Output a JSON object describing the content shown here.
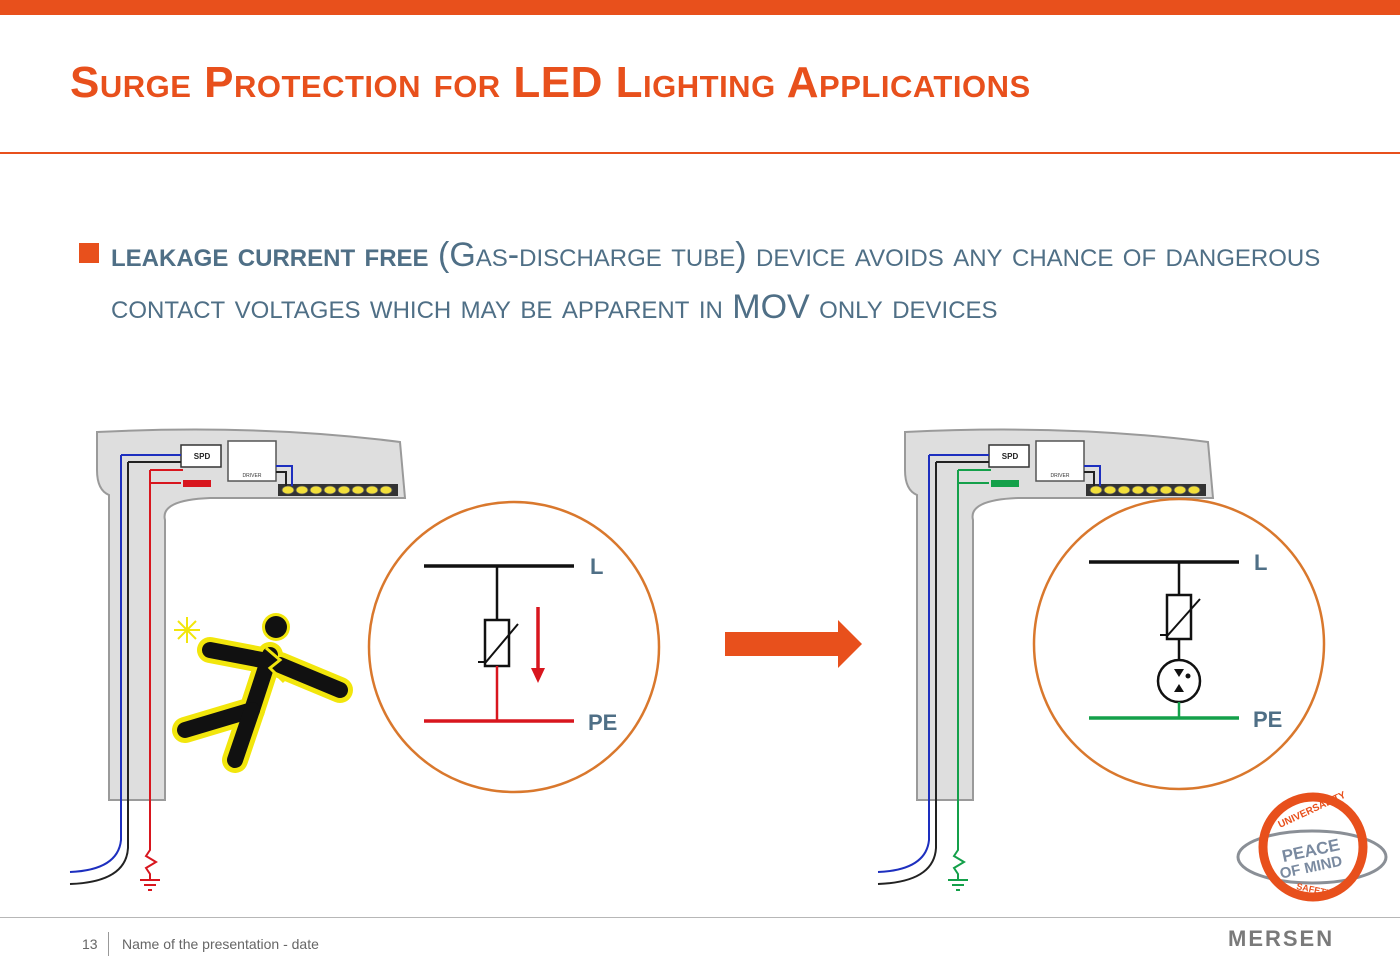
{
  "slide": {
    "title": "Surge Protection for LED Lighting Applications",
    "bullet": {
      "bold": "leakage current free",
      "rest": " (Gas-discharge tube) device avoids any chance of dangerous contact voltages which may be apparent in MOV only devices"
    }
  },
  "diagram": {
    "left": {
      "spd_label": "SPD",
      "driver_label": "DRIVER",
      "line_label": "L",
      "pe_label": "PE"
    },
    "right": {
      "spd_label": "SPD",
      "driver_label": "DRIVER",
      "line_label": "L",
      "pe_label": "PE"
    },
    "badge": {
      "top_text": "UNIVERSALITY",
      "line1": "PEACE",
      "line2": "OF MIND",
      "bottom_text": "SAFETY"
    }
  },
  "footer": {
    "page_number": "13",
    "text": "Name of the presentation - date",
    "logo": "MERSEN"
  },
  "colors": {
    "accent": "#e8501c",
    "text_blue": "#4f6f86",
    "wire_blue": "#1d2fbf",
    "wire_red": "#d8161e",
    "wire_green": "#14a04a",
    "circle": "#d9782d"
  }
}
